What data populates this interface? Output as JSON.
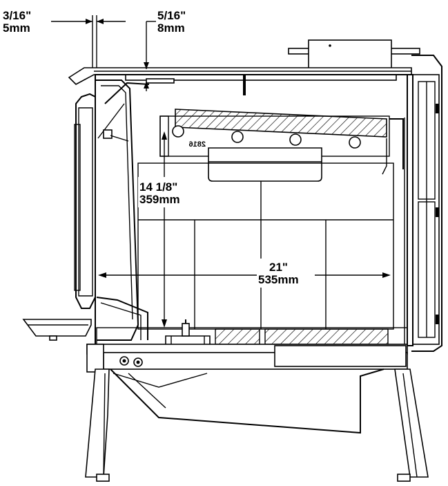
{
  "dimensions": {
    "top_clearance": {
      "imperial": "3/16\"",
      "metric": "5mm"
    },
    "baffle_gap": {
      "imperial": "5/16\"",
      "metric": "8mm"
    },
    "firebox_height": {
      "imperial": "14 1/8\"",
      "metric": "359mm"
    },
    "firebox_depth": {
      "imperial": "21\"",
      "metric": "535mm"
    }
  },
  "part_stamp": "2816"
}
